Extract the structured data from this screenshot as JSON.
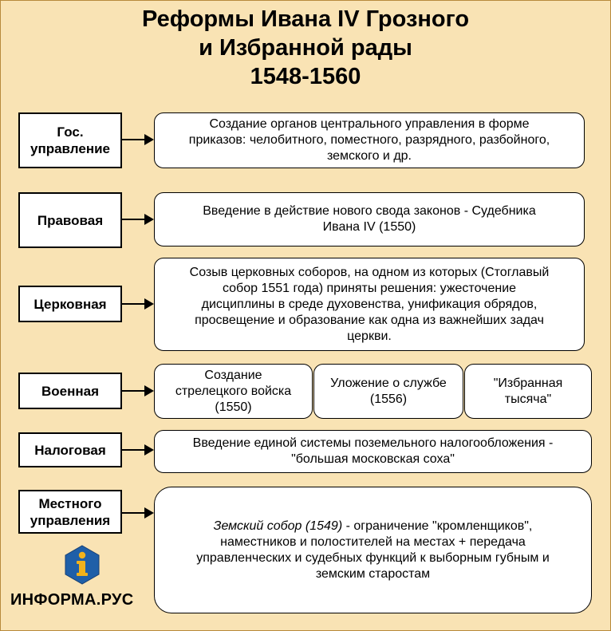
{
  "title": {
    "line1": "Реформы Ивана IV Грозного",
    "line2": "и Избранной рады",
    "line3": "1548-1560"
  },
  "reforms": [
    {
      "category_lines": [
        "Гос.",
        "управление"
      ],
      "boxes": [
        {
          "lines": [
            "Создание органов центрального управления в форме",
            "приказов: челобитного, поместного, разрядного, разбойного,",
            "земского и др."
          ]
        }
      ]
    },
    {
      "category_lines": [
        "Правовая"
      ],
      "boxes": [
        {
          "lines": [
            "Введение в действие нового свода законов - Судебника",
            "Ивана IV (1550)"
          ]
        }
      ]
    },
    {
      "category_lines": [
        "Церковная"
      ],
      "boxes": [
        {
          "lines": [
            "Созыв церковных соборов, на одном из которых (Стоглавый",
            "собор 1551 года) приняты решения: ужесточение",
            "дисциплины в среде духовенства, унификация обрядов,",
            "просвещение и образование как одна из важнейших задач",
            "церкви."
          ]
        }
      ]
    },
    {
      "category_lines": [
        "Военная"
      ],
      "boxes": [
        {
          "lines": [
            "Создание",
            "стрелецкого войска",
            "(1550)"
          ]
        },
        {
          "lines": [
            "Уложение о службе",
            "(1556)"
          ]
        },
        {
          "lines": [
            "\"Избранная",
            "тысяча\""
          ]
        }
      ]
    },
    {
      "category_lines": [
        "Налоговая"
      ],
      "boxes": [
        {
          "lines": [
            "Введение единой системы поземельного налогообложения -",
            "\"большая московская соха\""
          ]
        }
      ]
    },
    {
      "category_lines": [
        "Местного",
        "управления"
      ],
      "boxes": [
        {
          "italic_prefix": "Земский собор (1549)",
          "first_line_rest": " - ограничение \"кромленщиков\",",
          "lines": [
            "наместников и полостителей на местах + передача",
            "управленческих и судебных функций к выборным губным и",
            "земским старостам"
          ]
        }
      ]
    }
  ],
  "brand": {
    "name": "ИНФОРМА.РУС",
    "logo_letter": "i",
    "logo_color": "#1f5fa8",
    "logo_accent": "#f2b21b"
  },
  "colors": {
    "background": "#f9e3b4"
  }
}
